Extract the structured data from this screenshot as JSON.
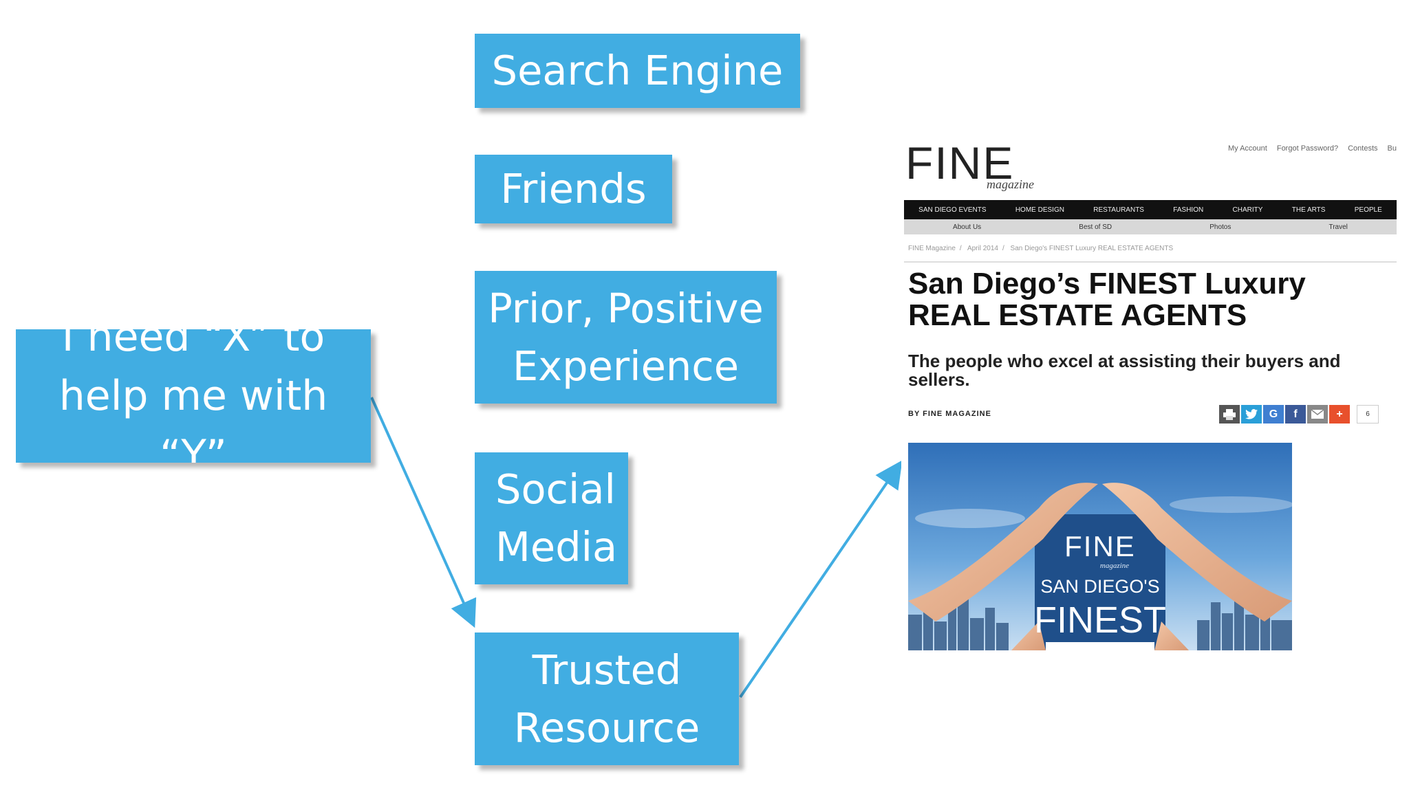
{
  "diagram": {
    "need_box": "I need “X” to\nhelp me with\n“Y”",
    "options": [
      "Search Engine",
      "Friends",
      "Prior, Positive\nExperience",
      "Social\nMedia",
      "Trusted\nResource"
    ],
    "accent_color": "#41ade2"
  },
  "magazine": {
    "logo": "FINE",
    "logo_sub": "magazine",
    "top_links": [
      "My Account",
      "Forgot Password?",
      "Contests",
      "Bu"
    ],
    "nav": [
      "SAN DIEGO EVENTS",
      "HOME DESIGN",
      "RESTAURANTS",
      "FASHION",
      "CHARITY",
      "THE ARTS",
      "PEOPLE"
    ],
    "subnav": [
      "About Us",
      "Best of SD",
      "Photos",
      "Travel"
    ],
    "breadcrumb": [
      "FINE Magazine",
      "April 2014",
      "San Diego's FINEST Luxury REAL ESTATE AGENTS"
    ],
    "headline": "San Diego’s FINEST Luxury REAL ESTATE AGENTS",
    "subheadline": "The people who excel at assisting their buyers and sellers.",
    "byline": "BY FINE MAGAZINE",
    "share_count": "6",
    "share_icons": [
      "print-icon",
      "twitter-icon",
      "google-icon",
      "facebook-icon",
      "email-icon",
      "plus-icon"
    ],
    "image_text": {
      "logo": "FINE",
      "logo_sub": "magazine",
      "line1": "SAN DIEGO'S",
      "line2": "FINEST"
    }
  }
}
